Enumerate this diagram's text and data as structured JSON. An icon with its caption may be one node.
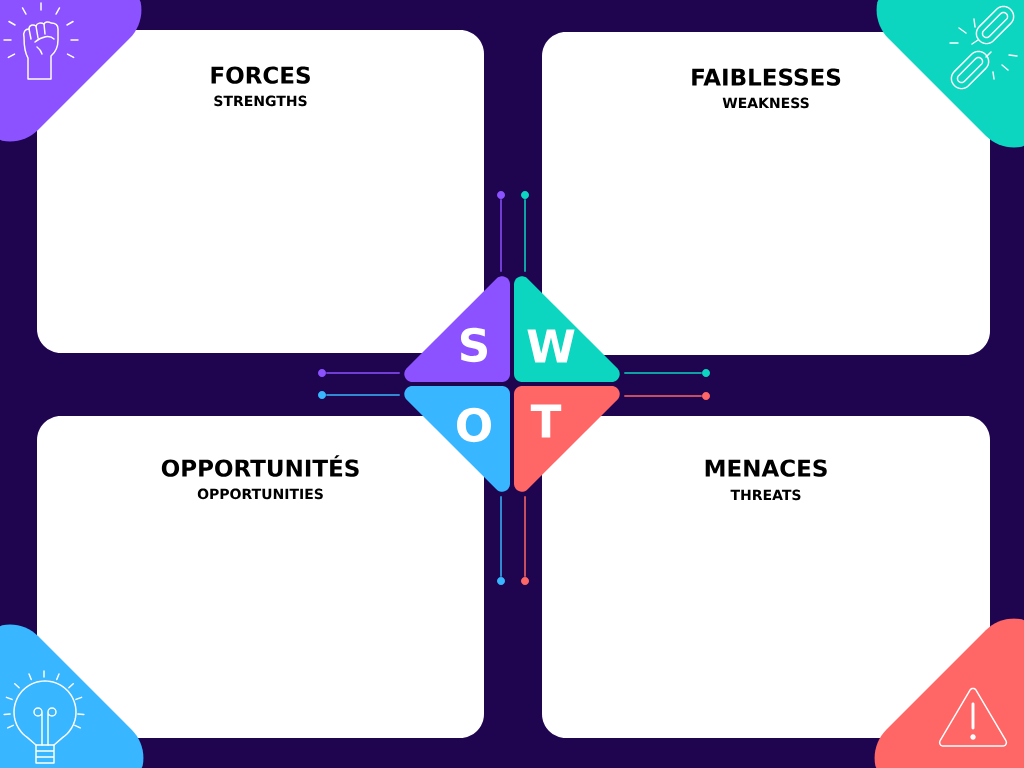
{
  "diagram": {
    "nodes": [
      {
        "text": [
          "FORCES",
          "STRENGTHS"
        ]
      },
      {
        "text": [
          "FAIBLESSES",
          "WEAKNESS"
        ]
      },
      {
        "text": [
          "OPPORTUNITÉS",
          "OPPORTUNITIES"
        ]
      },
      {
        "text": [
          "MENACES",
          "THREATS"
        ]
      },
      {
        "text": [
          "S"
        ]
      },
      {
        "text": [
          "W"
        ]
      },
      {
        "text": [
          "O"
        ]
      },
      {
        "text": [
          "T"
        ]
      },
      {
        "text": [],
        "shape": "circle"
      },
      {
        "text": [],
        "shape": "circle"
      },
      {
        "text": [],
        "shape": "circle"
      },
      {
        "text": [],
        "shape": "circle"
      },
      {
        "text": [],
        "shape": "circle"
      },
      {
        "text": [],
        "shape": "circle"
      },
      {
        "text": [],
        "shape": "circle"
      },
      {
        "text": [],
        "shape": "circle"
      }
    ],
    "edges": [
      {
        "from": 4,
        "to": 8,
        "arrow": "none",
        "color": "#8c52ff"
      },
      {
        "from": 5,
        "to": 9,
        "arrow": "none",
        "color": "#0cd5c0"
      },
      {
        "from": 4,
        "to": 10,
        "arrow": "none",
        "color": "#8c52ff"
      },
      {
        "from": 5,
        "to": 11,
        "arrow": "none",
        "color": "#0cd5c0"
      },
      {
        "from": 6,
        "to": 12,
        "arrow": "none",
        "color": "#38b6ff"
      },
      {
        "from": 7,
        "to": 13,
        "arrow": "none",
        "color": "#ff6767"
      },
      {
        "from": 6,
        "to": 14,
        "arrow": "none",
        "color": "#38b6ff"
      },
      {
        "from": 7,
        "to": 15,
        "arrow": "none",
        "color": "#ff6767"
      }
    ]
  }
}
